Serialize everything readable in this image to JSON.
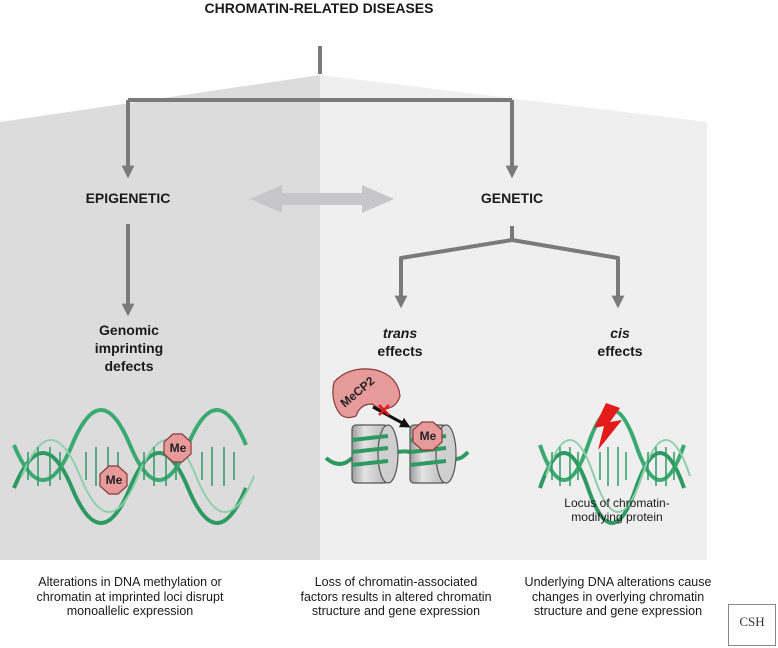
{
  "title": "CHROMATIN-RELATED DISEASES",
  "branches": {
    "epigenetic": "EPIGENETIC",
    "genetic": "GENETIC"
  },
  "sub_nodes": {
    "genomic_imprinting": "Genomic imprinting defects",
    "trans_word": "trans",
    "trans_rest": "effects",
    "cis_word": "cis",
    "cis_rest": "effects"
  },
  "labels": {
    "me": "Me",
    "mecp2": "MeCP2",
    "locus": "Locus of chromatin-modifying protein"
  },
  "captions": {
    "epigenetic": "Alterations in DNA methylation or chromatin at imprinted loci disrupt monoallelic expression",
    "trans": "Loss of chromatin-associated factors results in altered chromatin structure and gene expression",
    "cis": "Underlying DNA alterations cause changes in overlying chromatin structure and gene expression"
  },
  "logo": "CSH",
  "colors": {
    "panel_left": "#dcdcdd",
    "panel_right": "#efeff0",
    "arrow": "#7a7a7a",
    "dna": "#2e9a62",
    "methyl": "#e79a9a",
    "lightning": "#e31b1b"
  }
}
